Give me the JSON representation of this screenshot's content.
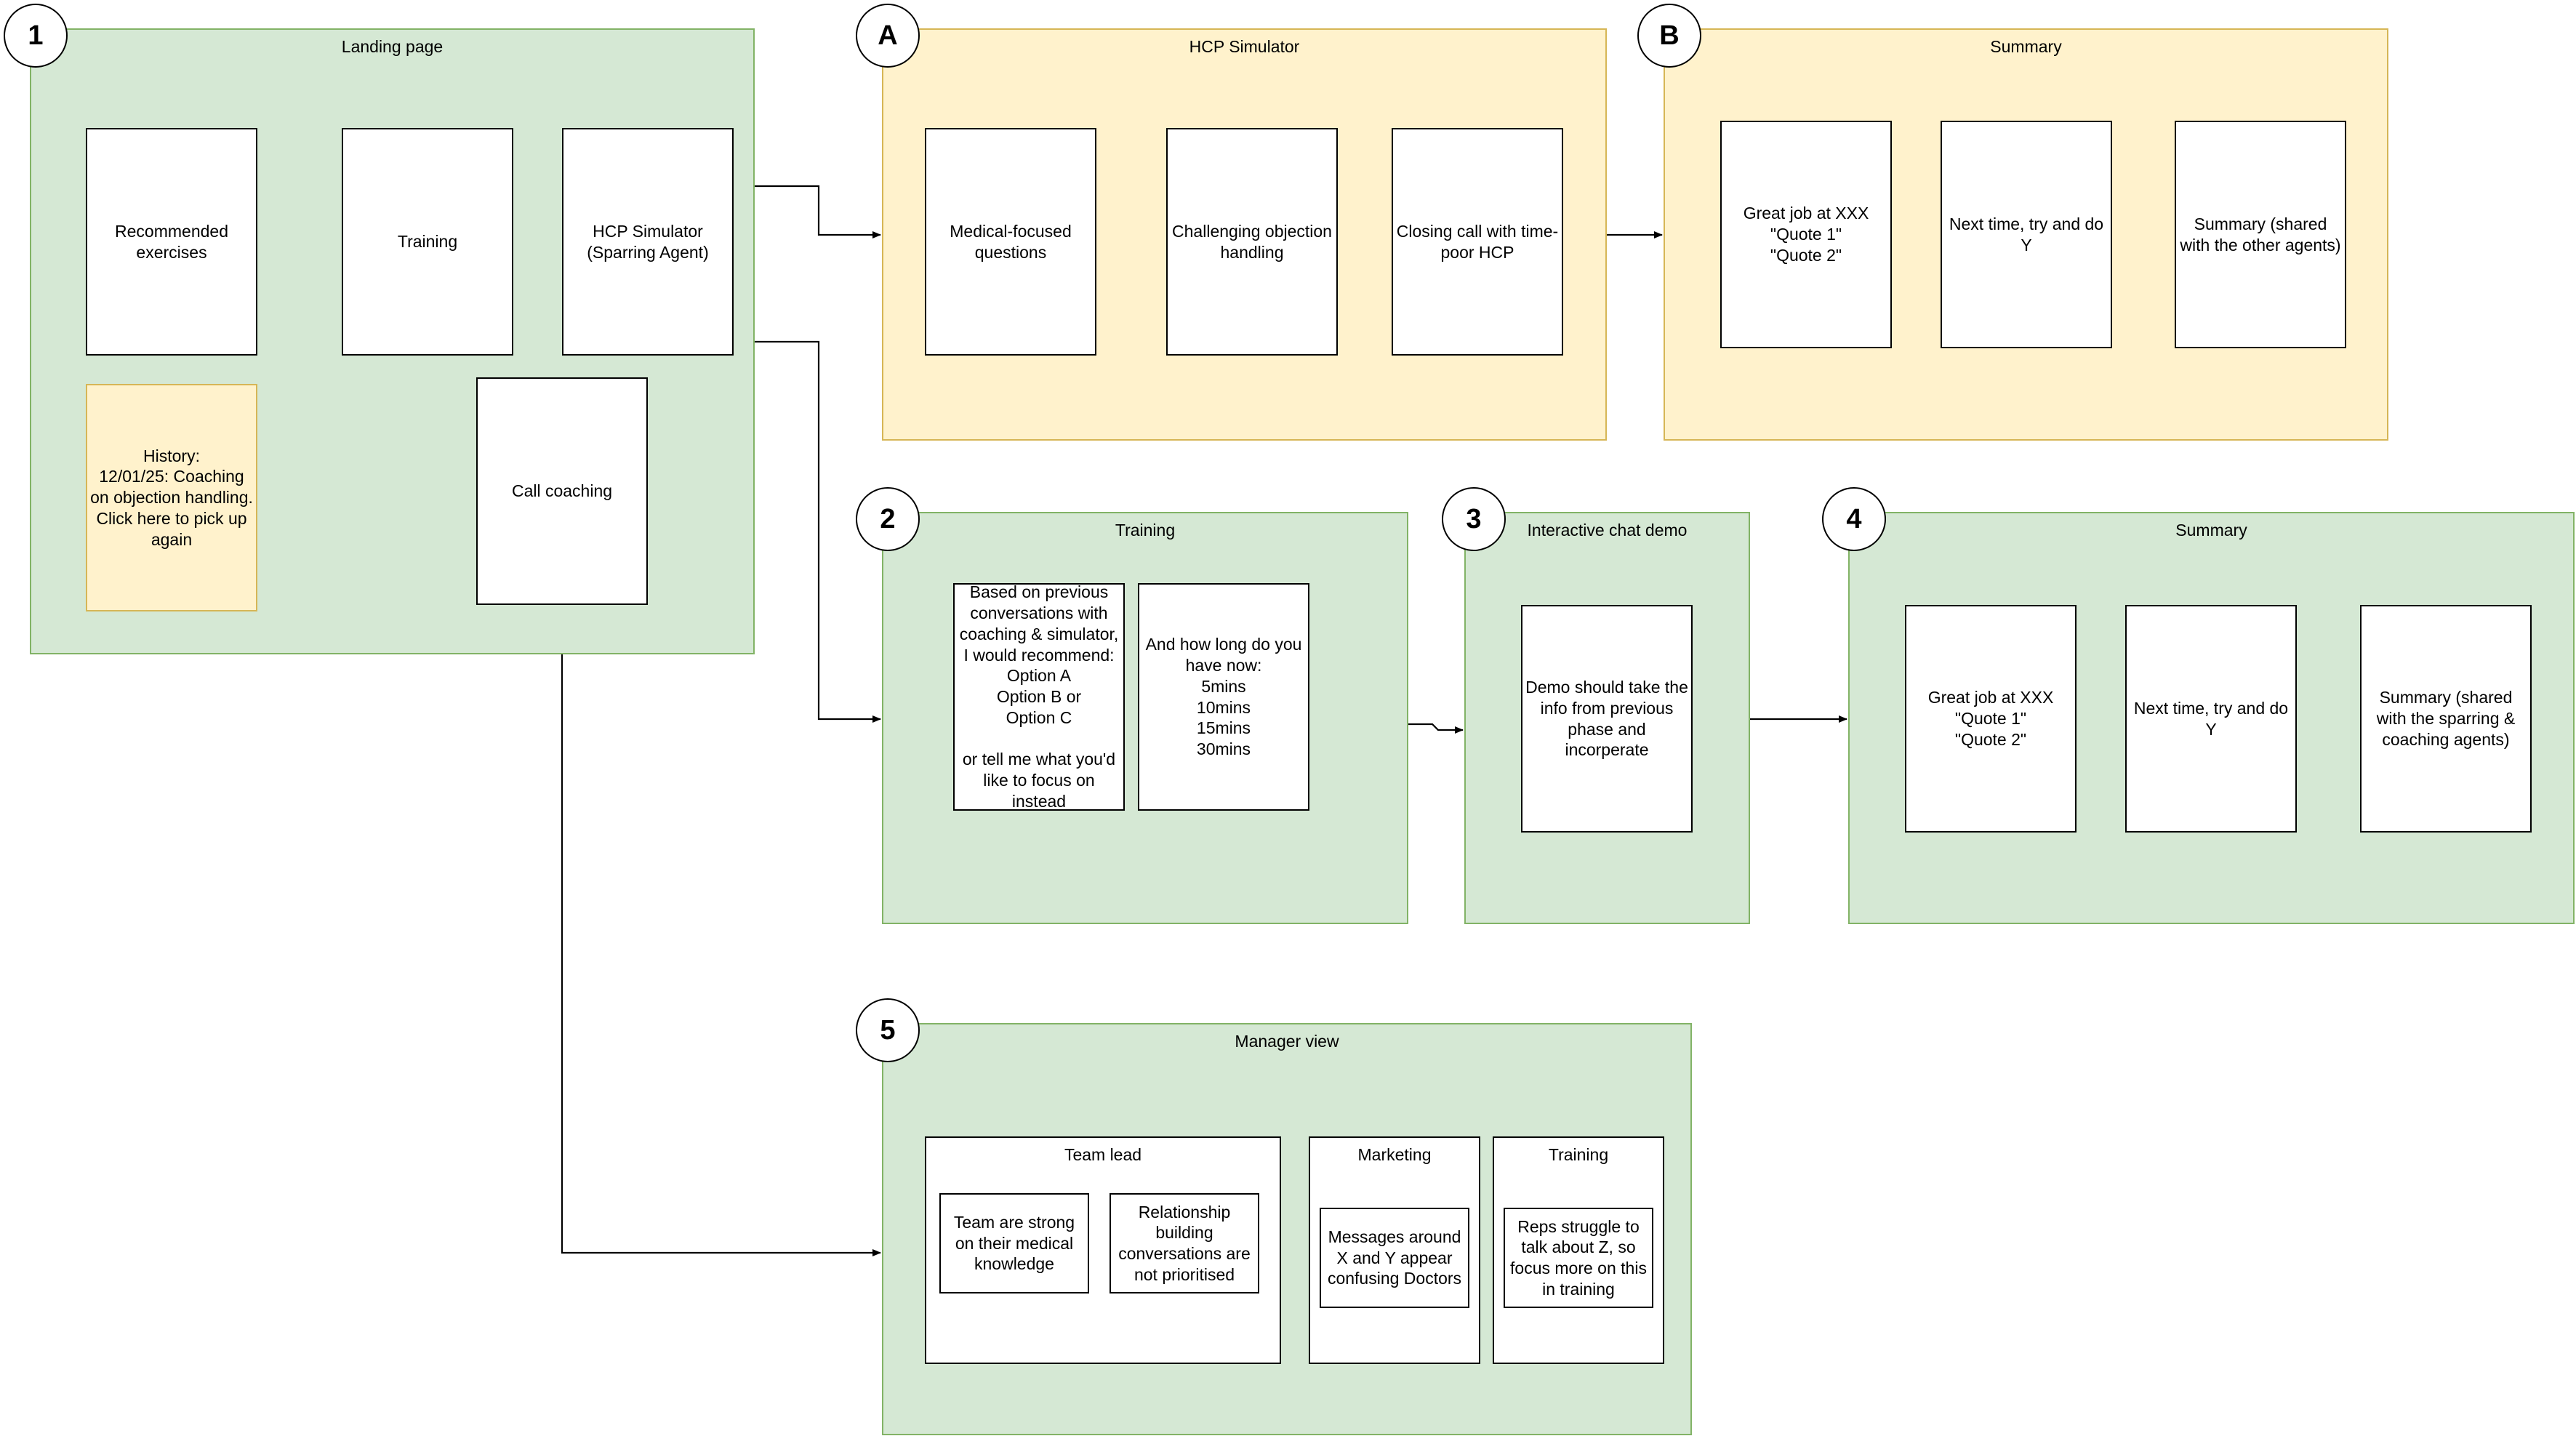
{
  "colors": {
    "green_fill": "#d5e8d4",
    "green_stroke": "#82b366",
    "yellow_fill": "#fff2cc",
    "yellow_stroke": "#d6b656"
  },
  "landing": {
    "badge": "1",
    "title": "Landing page",
    "recommended": "Recommended\nexercises",
    "training": "Training",
    "hcp": "HCP Simulator\n(Sparring Agent)",
    "history": "History:\n12/01/25: Coaching\non objection handling.\nClick here to pick up\nagain",
    "call_coaching": "Call coaching"
  },
  "hcp_sim": {
    "badge": "A",
    "title": "HCP Simulator",
    "card1": "Medical-focused\nquestions",
    "card2": "Challenging objection\nhandling",
    "card3": "Closing call with time-\npoor HCP"
  },
  "summary_b": {
    "badge": "B",
    "title": "Summary",
    "card1": "Great job at XXX\n\"Quote 1\"\n\"Quote 2\"",
    "card2": "Next time, try and do\nY",
    "card3": "Summary (shared\nwith the other agents)"
  },
  "training": {
    "badge": "2",
    "title": "Training",
    "card1": "Based on previous\nconversations with\ncoaching & simulator,\nI would recommend:\nOption A\nOption B or\nOption C\n\nor tell me what you'd\nlike to focus on\ninstead",
    "card2": "And how long do you\nhave now:\n5mins\n10mins\n15mins\n30mins"
  },
  "chat_demo": {
    "badge": "3",
    "title": "Interactive chat demo",
    "card1": "Demo should take the\ninfo from previous\nphase and\nincorperate"
  },
  "summary_4": {
    "badge": "4",
    "title": "Summary",
    "card1": "Great job at XXX\n\"Quote 1\"\n\"Quote 2\"",
    "card2": "Next time, try and do\nY",
    "card3": "Summary (shared\nwith the sparring &\ncoaching agents)"
  },
  "manager": {
    "badge": "5",
    "title": "Manager view",
    "team_lead": {
      "title": "Team lead",
      "card1": "Team are strong\non their medical\nknowledge",
      "card2": "Relationship\nbuilding\nconversations are\nnot prioritised"
    },
    "marketing": {
      "title": "Marketing",
      "card1": "Messages around\nX and Y appear\nconfusing Doctors"
    },
    "training": {
      "title": "Training",
      "card1": "Reps struggle to\ntalk about Z, so\nfocus more on this\nin training"
    }
  }
}
